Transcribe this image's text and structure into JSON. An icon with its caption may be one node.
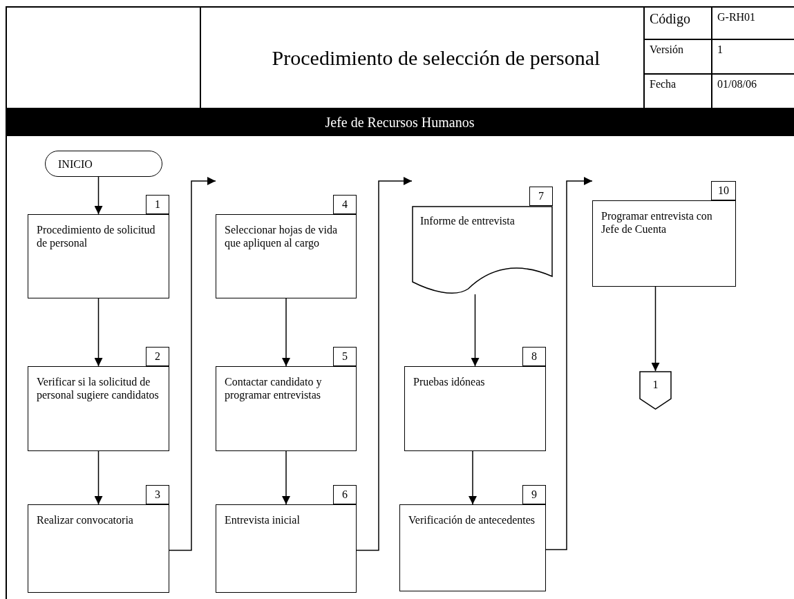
{
  "diagram": {
    "title": "Procedimiento de selección de personal",
    "nodes": [
      {
        "text": [
          "INICIO"
        ]
      },
      {
        "text": [
          "Procedimiento de solicitud de personal"
        ],
        "beside": [
          "1"
        ]
      },
      {
        "text": [
          "Verificar si la solicitud de personal sugiere candidatos"
        ],
        "beside": [
          "2"
        ]
      },
      {
        "text": [
          "Realizar convocatoria"
        ],
        "beside": [
          "3"
        ]
      },
      {
        "text": [
          "Seleccionar hojas de vida que apliquen al cargo"
        ],
        "beside": [
          "4"
        ]
      },
      {
        "text": [
          "Contactar candidato y programar entrevistas"
        ],
        "beside": [
          "5"
        ]
      },
      {
        "text": [
          "Entrevista inicial"
        ],
        "beside": [
          "6"
        ]
      },
      {
        "text": [
          "Informe de entrevista"
        ],
        "beside": [
          "7"
        ]
      },
      {
        "text": [
          "Pruebas idóneas"
        ],
        "beside": [
          "8"
        ]
      },
      {
        "text": [
          "Verificación de antecedentes"
        ],
        "beside": [
          "9"
        ]
      },
      {
        "text": [
          "Programar entrevista con Jefe de Cuenta"
        ],
        "beside": [
          "10"
        ]
      },
      {
        "text": [
          "1"
        ]
      }
    ],
    "edges": [
      {
        "from": 0,
        "to": 1,
        "arrow": "to"
      },
      {
        "from": 1,
        "to": 2,
        "arrow": "to"
      },
      {
        "from": 2,
        "to": 3,
        "arrow": "to"
      },
      {
        "from": 3,
        "to": 4,
        "arrow": "to"
      },
      {
        "from": 4,
        "to": 5,
        "arrow": "to"
      },
      {
        "from": 5,
        "to": 6,
        "arrow": "to"
      },
      {
        "from": 6,
        "to": 7,
        "arrow": "to"
      },
      {
        "from": 7,
        "to": 8,
        "arrow": "to"
      },
      {
        "from": 8,
        "to": 9,
        "arrow": "to"
      },
      {
        "from": 9,
        "to": 10,
        "arrow": "to"
      },
      {
        "from": 10,
        "to": 11,
        "arrow": "to"
      }
    ],
    "labels": [
      "Código",
      "G-RH01",
      "Versión",
      "1",
      "Fecha",
      "01/08/06",
      "Jefe de Recursos Humanos"
    ]
  }
}
